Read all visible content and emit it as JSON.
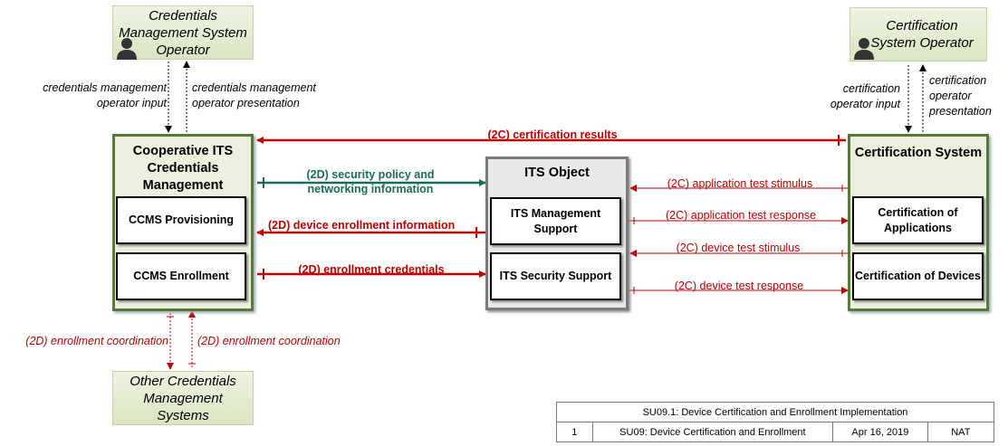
{
  "actors": {
    "ccms_operator": "Credentials Management System Operator",
    "cert_operator": "Certification System Operator",
    "other_ccms": "Other Credentials Management Systems"
  },
  "labels": {
    "ccms_input": "credentials management operator input",
    "ccms_presentation": "credentials management operator presentation",
    "cert_input": "certification operator input",
    "cert_presentation": "certification operator presentation",
    "enroll_coord_left": "(2D) enrollment coordination",
    "enroll_coord_right": "(2D) enrollment coordination"
  },
  "objects": {
    "ccms": {
      "title": "Cooperative ITS Credentials Management",
      "provisioning": "CCMS Provisioning",
      "enrollment": "CCMS Enrollment"
    },
    "its": {
      "title": "ITS Object",
      "mgmt": "ITS Management Support",
      "security": "ITS Security Support"
    },
    "cert": {
      "title": "Certification System",
      "apps": "Certification of Applications",
      "devices": "Certification of Devices"
    }
  },
  "flows": {
    "cert_results": "(2C) certification results",
    "security_policy": "(2D) security policy and networking information",
    "device_enroll": "(2D) device enrollment information",
    "enroll_creds": "(2D) enrollment credentials",
    "app_stimulus": "(2C) application test stimulus",
    "app_response": "(2C) application test response",
    "dev_stimulus": "(2C) device test stimulus",
    "dev_response": "(2C) device test response"
  },
  "titleblock": {
    "title": "SU09.1: Device Certification and Enrollment Implementation",
    "num": "1",
    "name": "SU09: Device Certification and Enrollment",
    "date": "Apr 16, 2019",
    "author": "NAT"
  },
  "colors": {
    "red": "#c00000",
    "green": "#1a6b5a",
    "olive": "#5b7a3a"
  }
}
